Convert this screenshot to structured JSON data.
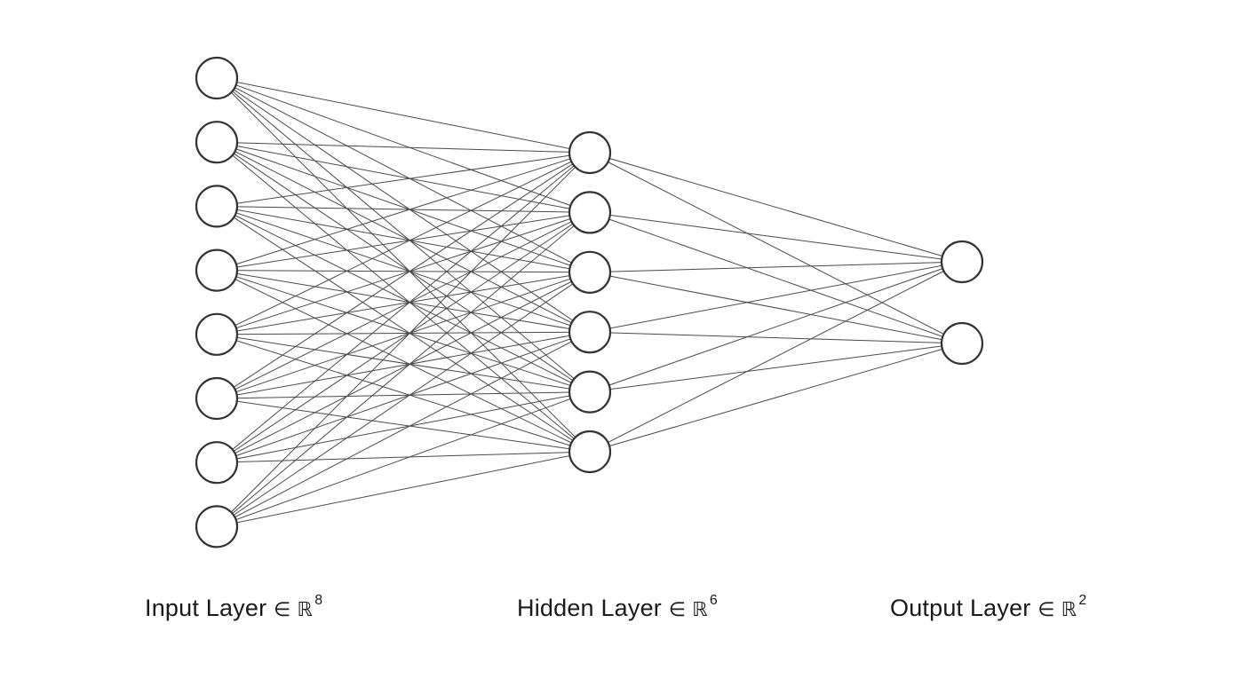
{
  "colors": {
    "node_stroke": "#333333",
    "node_fill": "#ffffff",
    "edge_stroke": "#4a4a4a"
  },
  "network": {
    "layers": [
      {
        "id": "input",
        "size": 8,
        "label": "Input Layer",
        "symbol": "∈ ℝ",
        "dim": "8"
      },
      {
        "id": "hidden",
        "size": 6,
        "label": "Hidden Layer",
        "symbol": "∈ ℝ",
        "dim": "6"
      },
      {
        "id": "output",
        "size": 2,
        "label": "Output Layer",
        "symbol": "∈ ℝ",
        "dim": "2"
      }
    ],
    "fully_connected": true
  }
}
